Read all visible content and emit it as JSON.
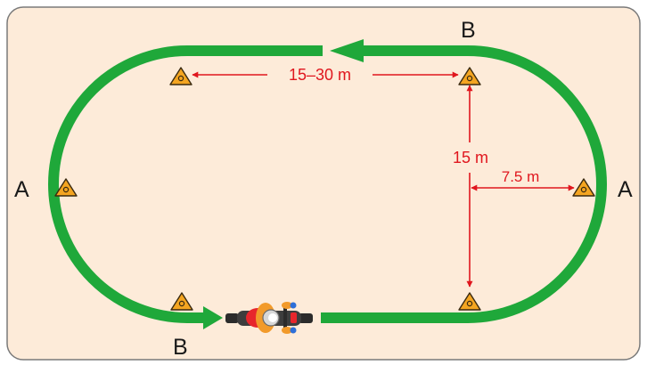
{
  "labels": {
    "end_left": "A",
    "end_right": "A",
    "straight_top": "B",
    "straight_bottom": "B",
    "cone_spacing": "15–30 m",
    "track_width": "15 m",
    "end_offset": "7.5 m"
  },
  "colors": {
    "background": "#fdebd9",
    "border": "#7a7a7a",
    "track": "#1fa83a",
    "dimension": "#e0161e",
    "cone": "#f4a521",
    "text": "#1a1a1a"
  },
  "icons": {
    "cone": "traffic-cone-icon",
    "rider": "motorcycle-rider-icon"
  }
}
